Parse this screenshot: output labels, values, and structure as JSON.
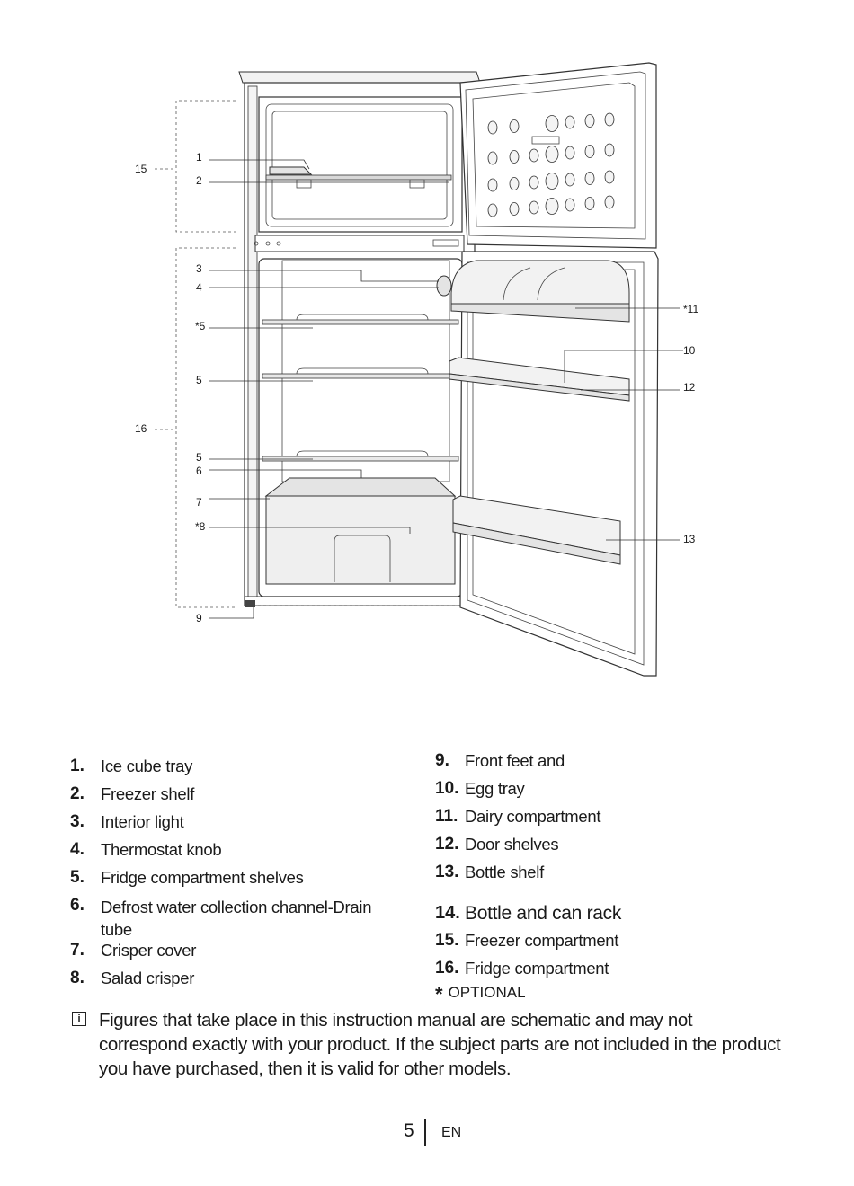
{
  "diagram": {
    "callouts": {
      "c1": "1",
      "c2": "2",
      "c3": "3",
      "c4": "4",
      "c5a": "*5",
      "c5b": "5",
      "c5c": "5",
      "c6": "6",
      "c7": "7",
      "c8": "*8",
      "c9": "9",
      "c10": "10",
      "c11": "*11",
      "c12": "12",
      "c13": "13",
      "c15": "15",
      "c16": "16"
    }
  },
  "parts_left": [
    {
      "num": "1.",
      "label": "Ice cube tray"
    },
    {
      "num": "2.",
      "label": "Freezer shelf"
    },
    {
      "num": "3.",
      "label": "Interior light"
    },
    {
      "num": "4.",
      "label": "Thermostat knob"
    },
    {
      "num": "5.",
      "label": "Fridge compartment shelves"
    },
    {
      "num": "6.",
      "label": "Defrost water collection channel-Drain tube"
    },
    {
      "num": "7.",
      "label": "Crisper cover"
    },
    {
      "num": "8.",
      "label": "Salad crisper"
    }
  ],
  "parts_right": [
    {
      "num": "9.",
      "label": "Front feet and"
    },
    {
      "num": "10.",
      "label": "Egg tray"
    },
    {
      "num": "11.",
      "label": "Dairy compartment"
    },
    {
      "num": "12.",
      "label": "Door shelves"
    },
    {
      "num": "13.",
      "label": "Bottle shelf"
    },
    {
      "num": "14.",
      "label": "Bottle and can rack"
    },
    {
      "num": "15.",
      "label": "Freezer compartment"
    },
    {
      "num": "16.",
      "label": "Fridge compartment"
    }
  ],
  "optional": {
    "mark": "*",
    "label": "OPTIONAL"
  },
  "note": {
    "icon": "info-icon",
    "text": "Figures that take place in this instruction manual are schematic and may not correspond exactly with your product. If the subject parts are not included in the product you have purchased, then it is valid for other models."
  },
  "footer": {
    "page": "5",
    "lang": "EN"
  }
}
